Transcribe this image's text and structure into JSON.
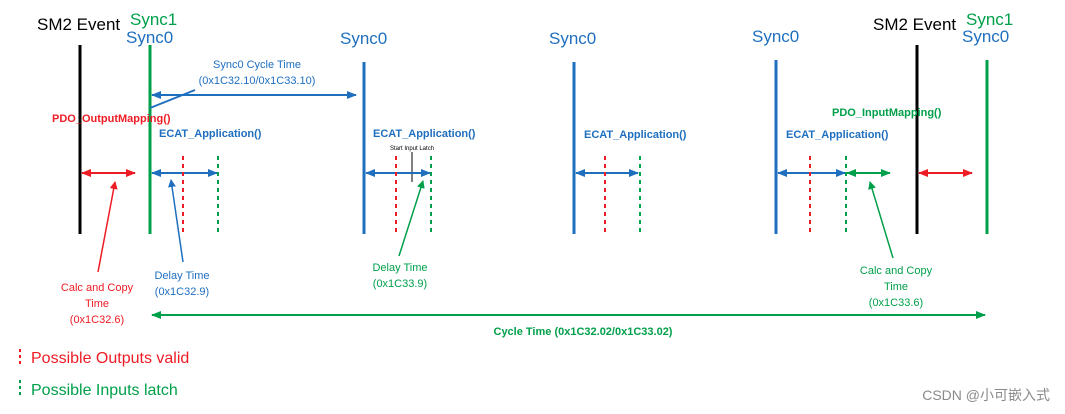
{
  "labels": {
    "sm2_event_left": "SM2 Event",
    "sync1_left": "Sync1",
    "sync0_1": "Sync0",
    "sync0_2": "Sync0",
    "sync0_3": "Sync0",
    "sync0_4": "Sync0",
    "sm2_event_right": "SM2 Event",
    "sync1_right": "Sync1",
    "sync0_5": "Sync0",
    "sync0_cycle_time": "Sync0 Cycle Time",
    "sync0_cycle_time_regs": "(0x1C32.10/0x1C33.10)",
    "pdo_output_mapping": "PDO_OutputMapping()",
    "pdo_input_mapping": "PDO_InputMapping()",
    "ecat_app_1": "ECAT_Application()",
    "ecat_app_2": "ECAT_Application()",
    "ecat_app_3": "ECAT_Application()",
    "ecat_app_4": "ECAT_Application()",
    "start_input_latch": "Start Input Latch",
    "calc_copy_left_1": "Calc and Copy",
    "calc_copy_left_2": "Time",
    "calc_copy_left_3": "(0x1C32.6)",
    "delay_time_left_1": "Delay Time",
    "delay_time_left_2": "(0x1C32.9)",
    "delay_time_mid_1": "Delay Time",
    "delay_time_mid_2": "(0x1C33.9)",
    "calc_copy_right_1": "Calc and Copy",
    "calc_copy_right_2": "Time",
    "calc_copy_right_3": "(0x1C33.6)",
    "cycle_time": "Cycle Time (0x1C32.02/0x1C33.02)"
  },
  "legend": {
    "outputs_valid": "Possible Outputs valid",
    "inputs_latch": "Possible Inputs latch"
  },
  "watermark": "CSDN @小可嵌入式",
  "colors": {
    "black": "#000000",
    "blue": "#1f6fbf",
    "green": "#00a04a",
    "red": "#ee1c25",
    "gray": "#666666"
  }
}
